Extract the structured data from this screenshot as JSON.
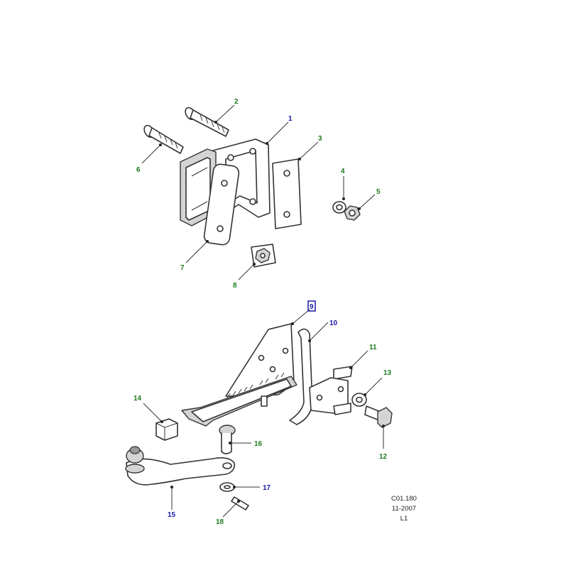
{
  "colors": {
    "callout_blue": "#1a1aa6",
    "callout_green": "#1c7a1c",
    "line": "#333333",
    "highlight_box": "#1a1aa6"
  },
  "callouts": [
    {
      "id": "1",
      "color": "blue"
    },
    {
      "id": "2",
      "color": "green"
    },
    {
      "id": "3",
      "color": "green"
    },
    {
      "id": "4",
      "color": "green"
    },
    {
      "id": "5",
      "color": "green"
    },
    {
      "id": "6",
      "color": "green"
    },
    {
      "id": "7",
      "color": "green"
    },
    {
      "id": "8",
      "color": "green"
    },
    {
      "id": "9",
      "color": "blue",
      "highlighted": true
    },
    {
      "id": "10",
      "color": "blue"
    },
    {
      "id": "11",
      "color": "green"
    },
    {
      "id": "12",
      "color": "green"
    },
    {
      "id": "13",
      "color": "green"
    },
    {
      "id": "14",
      "color": "green"
    },
    {
      "id": "15",
      "color": "blue"
    },
    {
      "id": "16",
      "color": "green"
    },
    {
      "id": "17",
      "color": "blue"
    },
    {
      "id": "18",
      "color": "green"
    }
  ],
  "footer": {
    "code": "C01.180",
    "date": "11-2007",
    "level": "L1"
  }
}
